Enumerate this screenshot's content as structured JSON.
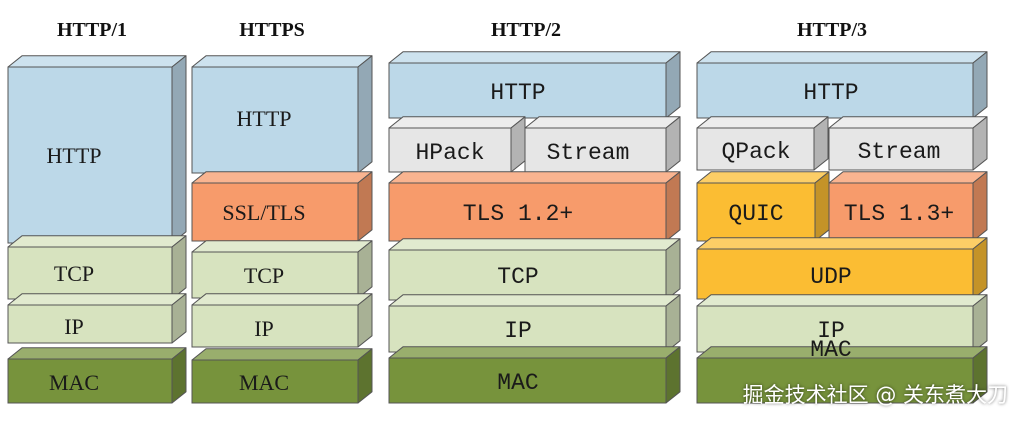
{
  "columns": [
    {
      "title": "HTTP/1",
      "layers": [
        {
          "label": "HTTP",
          "color": "blue"
        },
        {
          "label": "TCP",
          "color": "lightgreen"
        },
        {
          "label": "IP",
          "color": "lightgreen"
        },
        {
          "label": "MAC",
          "color": "darkgreen"
        }
      ]
    },
    {
      "title": "HTTPS",
      "layers": [
        {
          "label": "HTTP",
          "color": "blue"
        },
        {
          "label": "SSL/TLS",
          "color": "orange"
        },
        {
          "label": "TCP",
          "color": "lightgreen"
        },
        {
          "label": "IP",
          "color": "lightgreen"
        },
        {
          "label": "MAC",
          "color": "darkgreen"
        }
      ]
    },
    {
      "title": "HTTP/2",
      "layers": [
        {
          "label": "HTTP",
          "color": "blue"
        },
        {
          "label": "HPack",
          "color": "gray"
        },
        {
          "label": "Stream",
          "color": "gray"
        },
        {
          "label": "TLS 1.2+",
          "color": "orange"
        },
        {
          "label": "TCP",
          "color": "lightgreen"
        },
        {
          "label": "IP",
          "color": "lightgreen"
        },
        {
          "label": "MAC",
          "color": "darkgreen"
        }
      ]
    },
    {
      "title": "HTTP/3",
      "layers": [
        {
          "label": "HTTP",
          "color": "blue"
        },
        {
          "label": "QPack",
          "color": "gray"
        },
        {
          "label": "Stream",
          "color": "gray"
        },
        {
          "label": "QUIC",
          "color": "yellow"
        },
        {
          "label": "TLS 1.3+",
          "color": "orange"
        },
        {
          "label": "UDP",
          "color": "yellow"
        },
        {
          "label": "IP",
          "color": "lightgreen"
        },
        {
          "label": "MAC",
          "color": "darkgreen"
        }
      ]
    }
  ],
  "colors": {
    "blue": "#bcd8e8",
    "lightgreen": "#d7e3bf",
    "darkgreen": "#77933c",
    "orange": "#f79b6b",
    "gray": "#e6e6e6",
    "yellow": "#fbbd33"
  },
  "watermark": "掘金技术社区 @ 关东煮大刀"
}
